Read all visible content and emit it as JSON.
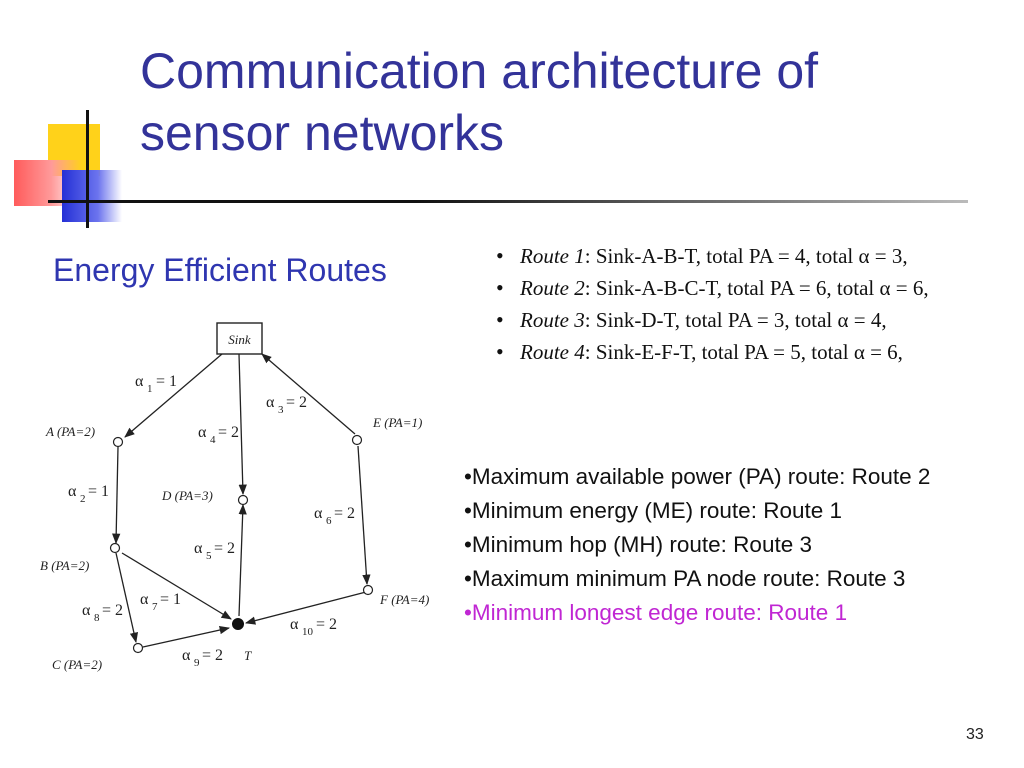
{
  "slide": {
    "title_line1": "Communication architecture of",
    "title_line2": "sensor networks",
    "subtitle": "Energy Efficient Routes",
    "page_number": "33"
  },
  "routes": [
    {
      "name": "Route 1",
      "desc": ": Sink-A-B-T, total PA = 4, total α = 3,"
    },
    {
      "name": "Route 2",
      "desc": ": Sink-A-B-C-T, total PA = 6, total α = 6,"
    },
    {
      "name": "Route 3",
      "desc": ": Sink-D-T, total PA = 3, total α = 4,"
    },
    {
      "name": "Route 4",
      "desc": ": Sink-E-F-T, total PA = 5, total α = 6,"
    }
  ],
  "facts": [
    "•Maximum available power (PA) route: Route 2",
    "•Minimum energy (ME) route: Route 1",
    "•Minimum hop (MH) route: Route 3",
    "•Maximum minimum PA node route: Route 3",
    "•Minimum longest edge route: Route 1"
  ],
  "graph": {
    "nodes": {
      "sink": "Sink",
      "a": "A (PA=2)",
      "b": "B (PA=2)",
      "c": "C (PA=2)",
      "d": "D (PA=3)",
      "e": "E (PA=1)",
      "f": "F (PA=4)",
      "t": "T"
    },
    "edges": [
      {
        "base": "α",
        "sub": "1",
        "value": "= 1"
      },
      {
        "base": "α",
        "sub": "2",
        "value": "= 1"
      },
      {
        "base": "α",
        "sub": "3",
        "value": "= 2"
      },
      {
        "base": "α",
        "sub": "4",
        "value": "= 2"
      },
      {
        "base": "α",
        "sub": "5",
        "value": "= 2"
      },
      {
        "base": "α",
        "sub": "6",
        "value": "= 2"
      },
      {
        "base": "α",
        "sub": "7",
        "value": "= 1"
      },
      {
        "base": "α",
        "sub": "8",
        "value": "= 2"
      },
      {
        "base": "α",
        "sub": "9",
        "value": "= 2"
      },
      {
        "base": "α",
        "sub": "10",
        "value": "= 2"
      }
    ]
  },
  "colors": {
    "title": "#333399",
    "highlight": "#c026d3"
  }
}
